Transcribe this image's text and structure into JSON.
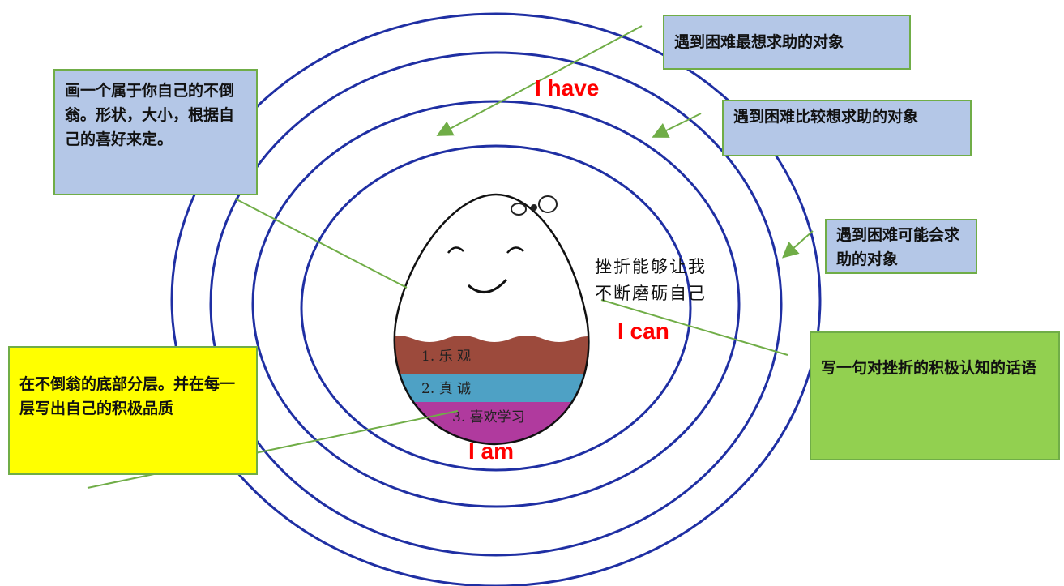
{
  "boxes": {
    "draw_instruction": "画一个属于你自己的不倒翁。形状，大小，根据自己的喜好来定。",
    "layer_instruction": "在不倒翁的底部分层。并在每一层写出自己的积极品质",
    "most_help": "遇到困难最想求助的对象",
    "more_help": "遇到困难比较想求助的对象",
    "maybe_help": "遇到困难可能会求助的对象",
    "positive_words": "写一句对挫折的积极认知的话语"
  },
  "labels": {
    "i_have": "I have",
    "i_can": "I can",
    "i_am": "I am"
  },
  "handwritten_note": {
    "line1": "挫折能够让我",
    "line2": "不断磨砺自己"
  },
  "doll_layers": [
    {
      "text": "1. 乐 观",
      "color": "#9c4a3c"
    },
    {
      "text": "2. 真 诚",
      "color": "#4ea1c5"
    },
    {
      "text": "3. 喜欢学习",
      "color": "#b03a9e"
    }
  ],
  "colors": {
    "ring": "#1f2fa3",
    "connector": "#70ad47",
    "label": "#ff0000"
  }
}
